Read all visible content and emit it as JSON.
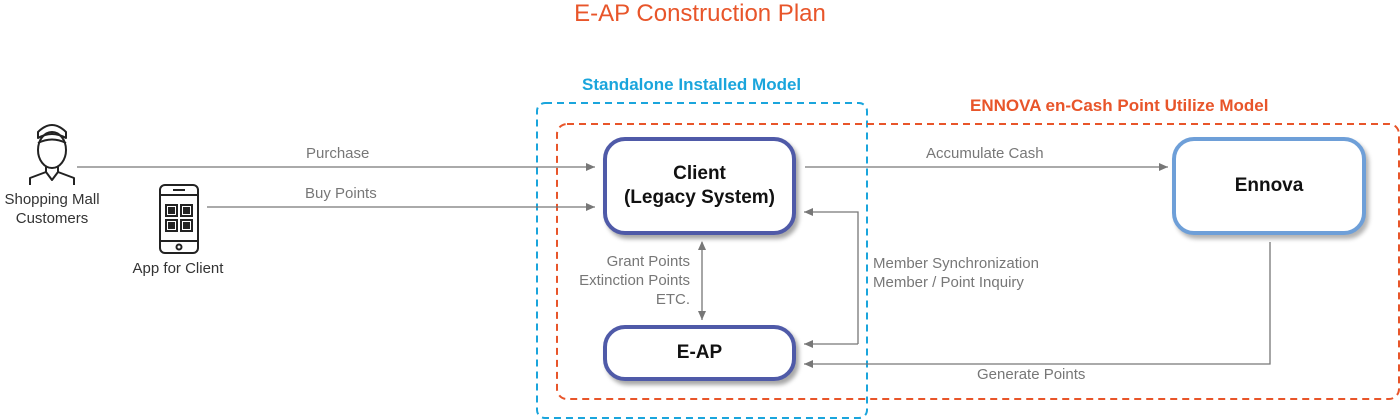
{
  "title": "E-AP Construction Plan",
  "regions": {
    "standalone": "Standalone Installed Model",
    "ennova_model": "ENNOVA en-Cash Point Utilize Model"
  },
  "actors": {
    "customers": {
      "line1": "Shopping Mall",
      "line2": "Customers",
      "icon": "person-icon"
    },
    "app": {
      "label": "App for Client",
      "icon": "smartphone-app-icon"
    }
  },
  "nodes": {
    "client": {
      "line1": "Client",
      "line2": "(Legacy System)"
    },
    "eap": {
      "label": "E-AP"
    },
    "ennova": {
      "label": "Ennova"
    }
  },
  "edges": {
    "purchase": "Purchase",
    "buy_points": "Buy Points",
    "accumulate_cash": "Accumulate Cash",
    "grant_points": "Grant Points",
    "extinction_points": "Extinction Points",
    "etc": "ETC.",
    "member_sync": "Member Synchronization",
    "member_inquiry": "Member / Point Inquiry",
    "generate_points": "Generate Points"
  },
  "colors": {
    "title": "#e8552a",
    "standalone_border": "#1aa5dc",
    "ennova_border": "#e8552a",
    "client_border": "#4f5aa8",
    "ennova_node_border": "#6e9fd8",
    "arrow": "#777777"
  }
}
